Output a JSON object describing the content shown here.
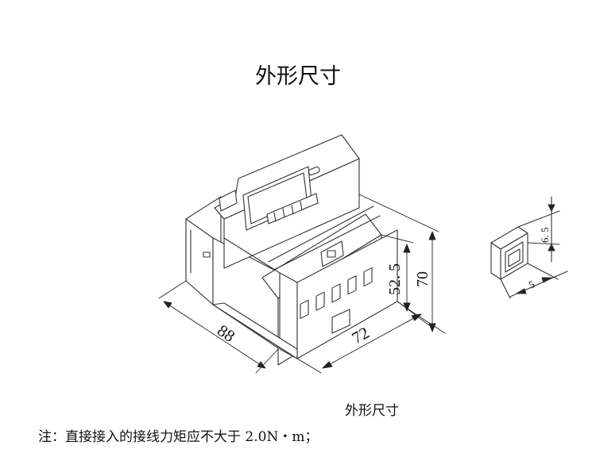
{
  "page": {
    "title": "外形尺寸",
    "caption": "外形尺寸",
    "note": "注：直接接入的接线力矩应不大于 2.0N・m；"
  },
  "dimensions": {
    "depth": "88",
    "width": "72",
    "height_mid": "52. 5",
    "height_total": "70",
    "terminal_height": "6. 5",
    "terminal_width": "5"
  }
}
